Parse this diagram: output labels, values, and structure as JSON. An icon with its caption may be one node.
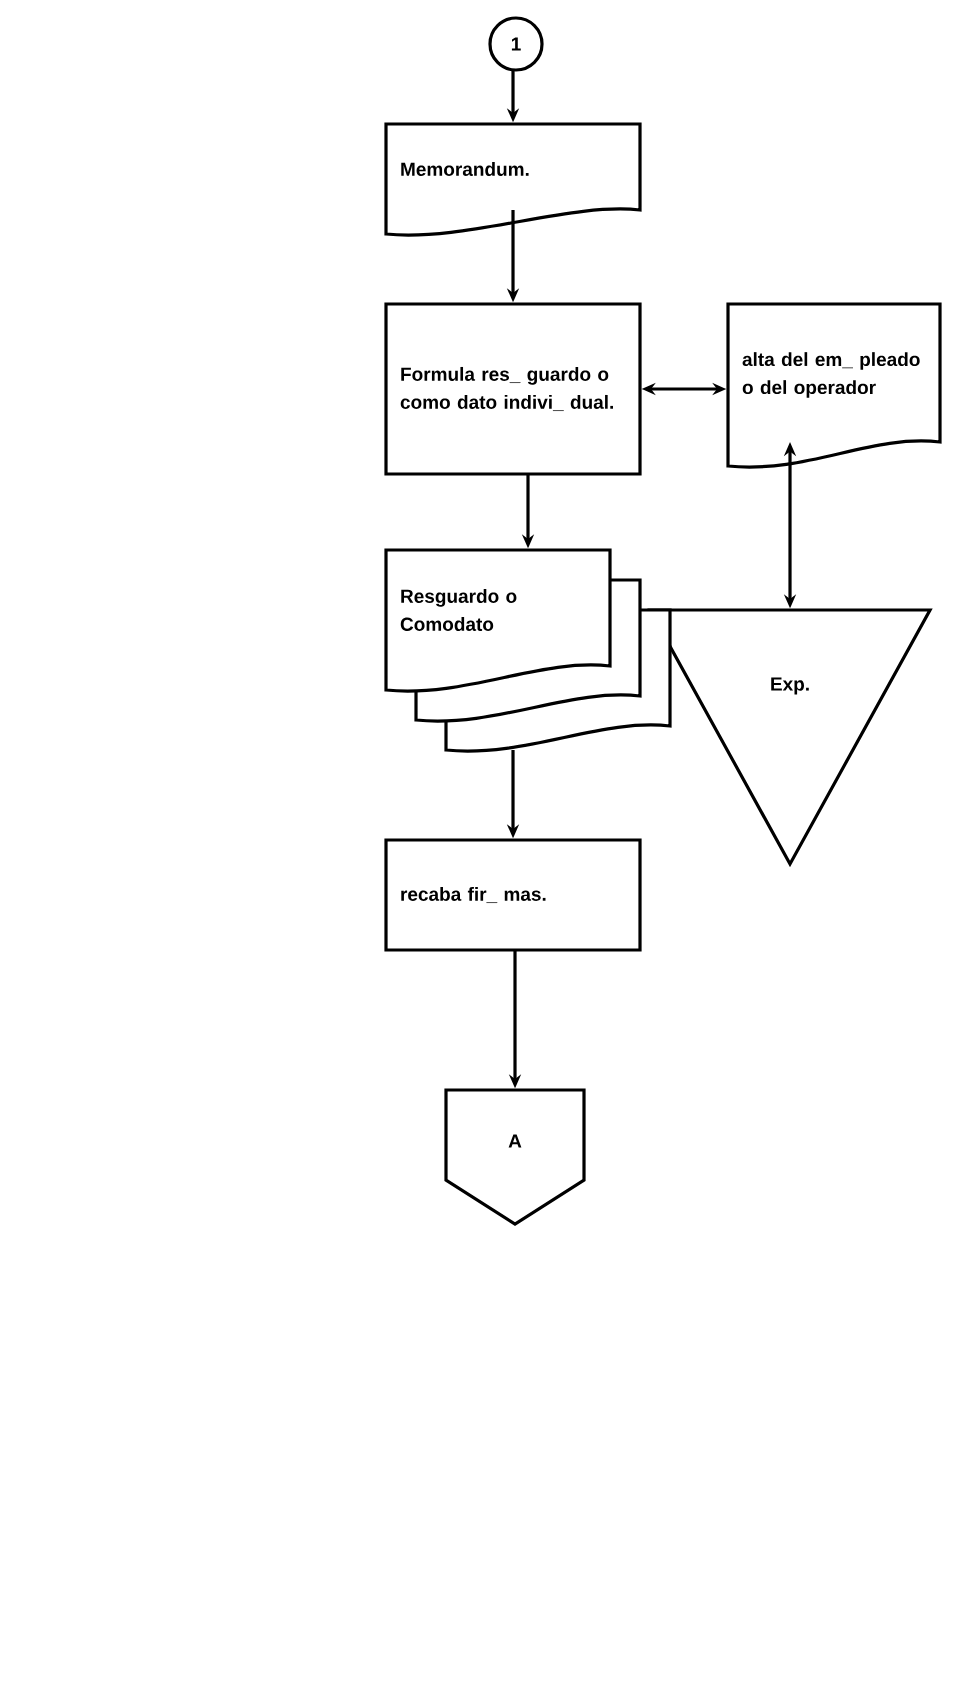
{
  "diagram": {
    "nodes": [
      {
        "text": [
          "1"
        ]
      },
      {
        "text": [
          "Memorandum."
        ]
      },
      {
        "text": [
          "Formula res_ guardo o como dato indivi_ dual."
        ]
      },
      {
        "text": [
          "alta del em_ pleado o del operador"
        ]
      },
      {
        "text": [
          "Exp."
        ]
      },
      {
        "text": [
          "Resguardo o Comodato"
        ]
      },
      {
        "text": [
          "recaba fir_ mas."
        ]
      },
      {
        "text": [
          "A"
        ]
      }
    ],
    "edges": [
      {
        "from": 0,
        "to": 1,
        "arrow": "to"
      },
      {
        "from": 1,
        "to": 2,
        "arrow": "to"
      },
      {
        "from": 2,
        "to": 3,
        "arrow": "both"
      },
      {
        "from": 3,
        "to": 4,
        "arrow": "both"
      },
      {
        "from": 2,
        "to": 5,
        "arrow": "to"
      },
      {
        "from": 5,
        "to": 6,
        "arrow": "to"
      },
      {
        "from": 6,
        "to": 7,
        "arrow": "to"
      }
    ]
  }
}
